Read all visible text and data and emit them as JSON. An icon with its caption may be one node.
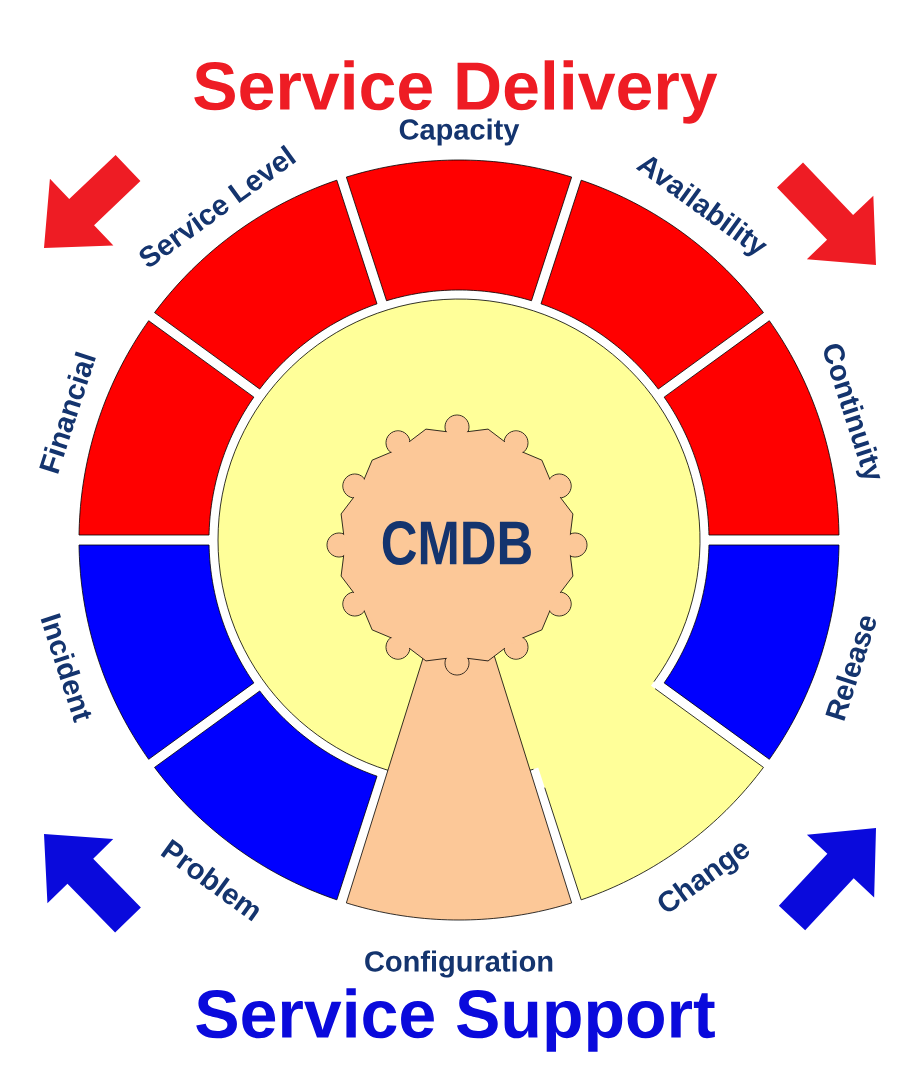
{
  "diagram": {
    "nodes": [
      {
        "text": [
          "Financial"
        ]
      },
      {
        "text": [
          "Service Level"
        ]
      },
      {
        "text": [
          "Capacity"
        ]
      },
      {
        "text": [
          "Availability"
        ]
      },
      {
        "text": [
          "Continuity"
        ]
      },
      {
        "text": [
          "Release"
        ]
      },
      {
        "text": [
          "Change"
        ]
      },
      {
        "text": [
          "Configuration"
        ]
      },
      {
        "text": [
          "Problem"
        ]
      },
      {
        "text": [
          "Incident"
        ]
      },
      {
        "text": [
          "CMDB"
        ]
      }
    ],
    "labels": [
      "Service Delivery",
      "Service Support"
    ]
  }
}
